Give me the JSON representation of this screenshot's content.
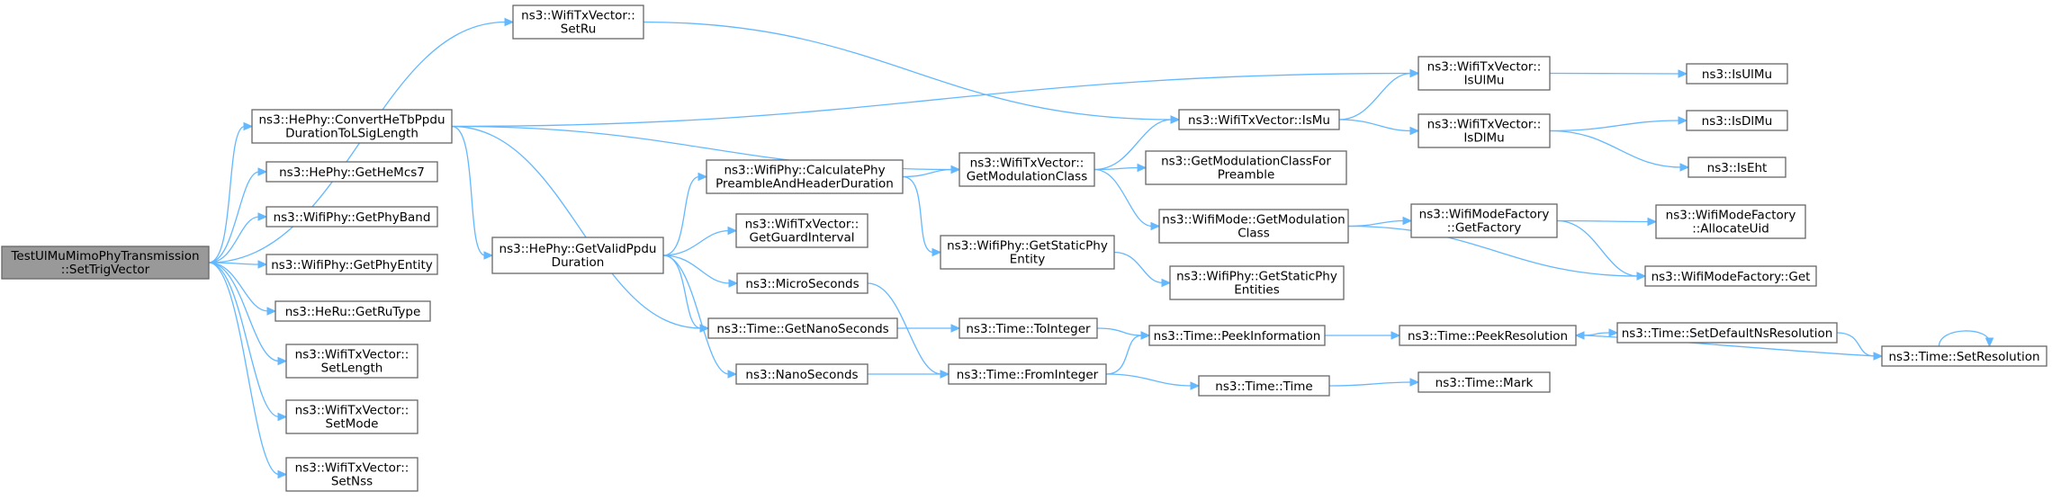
{
  "graph": {
    "colors": {
      "edge": "#63b8ff",
      "root_fill": "#999999",
      "node_fill": "#ffffff",
      "node_border": "#666666"
    },
    "nodes": [
      {
        "id": "root",
        "lines": [
          "TestUlMuMimoPhyTransmission",
          "::SetTrigVector"
        ],
        "root": true
      },
      {
        "id": "setRu",
        "lines": [
          "ns3::WifiTxVector::",
          "SetRu"
        ]
      },
      {
        "id": "convert",
        "lines": [
          "ns3::HePhy::ConvertHeTbPpdu",
          "DurationToLSigLength"
        ]
      },
      {
        "id": "getHeMcs7",
        "lines": [
          "ns3::HePhy::GetHeMcs7"
        ]
      },
      {
        "id": "getPhyBand",
        "lines": [
          "ns3::WifiPhy::GetPhyBand"
        ]
      },
      {
        "id": "getPhyEntity",
        "lines": [
          "ns3::WifiPhy::GetPhyEntity"
        ]
      },
      {
        "id": "getRuType",
        "lines": [
          "ns3::HeRu::GetRuType"
        ]
      },
      {
        "id": "setLength",
        "lines": [
          "ns3::WifiTxVector::",
          "SetLength"
        ]
      },
      {
        "id": "setMode",
        "lines": [
          "ns3::WifiTxVector::",
          "SetMode"
        ]
      },
      {
        "id": "setNss",
        "lines": [
          "ns3::WifiTxVector::",
          "SetNss"
        ]
      },
      {
        "id": "getValid",
        "lines": [
          "ns3::HePhy::GetValidPpdu",
          "Duration"
        ]
      },
      {
        "id": "calcPhy",
        "lines": [
          "ns3::WifiPhy::CalculatePhy",
          "PreambleAndHeaderDuration"
        ]
      },
      {
        "id": "guard",
        "lines": [
          "ns3::WifiTxVector::",
          "GetGuardInterval"
        ]
      },
      {
        "id": "micro",
        "lines": [
          "ns3::MicroSeconds"
        ]
      },
      {
        "id": "getNano",
        "lines": [
          "ns3::Time::GetNanoSeconds"
        ]
      },
      {
        "id": "nano",
        "lines": [
          "ns3::NanoSeconds"
        ]
      },
      {
        "id": "getModClass",
        "lines": [
          "ns3::WifiTxVector::",
          "GetModulationClass"
        ]
      },
      {
        "id": "staticPhyEntity",
        "lines": [
          "ns3::WifiPhy::GetStaticPhy",
          "Entity"
        ]
      },
      {
        "id": "toInteger",
        "lines": [
          "ns3::Time::ToInteger"
        ]
      },
      {
        "id": "fromInteger",
        "lines": [
          "ns3::Time::FromInteger"
        ]
      },
      {
        "id": "isMu",
        "lines": [
          "ns3::WifiTxVector::IsMu"
        ]
      },
      {
        "id": "modForPreamble",
        "lines": [
          "ns3::GetModulationClassFor",
          "Preamble"
        ]
      },
      {
        "id": "modeGetMod",
        "lines": [
          "ns3::WifiMode::GetModulation",
          "Class"
        ]
      },
      {
        "id": "staticPhyEntities",
        "lines": [
          "ns3::WifiPhy::GetStaticPhy",
          "Entities"
        ]
      },
      {
        "id": "peekInfo",
        "lines": [
          "ns3::Time::PeekInformation"
        ]
      },
      {
        "id": "timeTime",
        "lines": [
          "ns3::Time::Time"
        ]
      },
      {
        "id": "isUlMu",
        "lines": [
          "ns3::WifiTxVector::",
          "IsUlMu"
        ]
      },
      {
        "id": "isDlMu",
        "lines": [
          "ns3::WifiTxVector::",
          "IsDlMu"
        ]
      },
      {
        "id": "getFactory",
        "lines": [
          "ns3::WifiModeFactory",
          "::GetFactory"
        ]
      },
      {
        "id": "peekRes",
        "lines": [
          "ns3::Time::PeekResolution"
        ]
      },
      {
        "id": "mark",
        "lines": [
          "ns3::Time::Mark"
        ]
      },
      {
        "id": "ns3IsUlMu",
        "lines": [
          "ns3::IsUlMu"
        ]
      },
      {
        "id": "ns3IsDlMu",
        "lines": [
          "ns3::IsDlMu"
        ]
      },
      {
        "id": "isEht",
        "lines": [
          "ns3::IsEht"
        ]
      },
      {
        "id": "allocUid",
        "lines": [
          "ns3::WifiModeFactory",
          "::AllocateUid"
        ]
      },
      {
        "id": "factoryGet",
        "lines": [
          "ns3::WifiModeFactory::Get"
        ]
      },
      {
        "id": "setDefRes",
        "lines": [
          "ns3::Time::SetDefaultNsResolution"
        ]
      },
      {
        "id": "setRes",
        "lines": [
          "ns3::Time::SetResolution"
        ]
      }
    ],
    "edges": [
      [
        "root",
        "setRu"
      ],
      [
        "root",
        "convert"
      ],
      [
        "root",
        "getHeMcs7"
      ],
      [
        "root",
        "getPhyBand"
      ],
      [
        "root",
        "getPhyEntity"
      ],
      [
        "root",
        "getRuType"
      ],
      [
        "root",
        "setLength"
      ],
      [
        "root",
        "setMode"
      ],
      [
        "root",
        "setNss"
      ],
      [
        "setRu",
        "isMu"
      ],
      [
        "convert",
        "isUlMu"
      ],
      [
        "convert",
        "getModClass"
      ],
      [
        "convert",
        "getValid"
      ],
      [
        "convert",
        "getNano"
      ],
      [
        "getValid",
        "calcPhy"
      ],
      [
        "getValid",
        "guard"
      ],
      [
        "getValid",
        "micro"
      ],
      [
        "getValid",
        "getNano"
      ],
      [
        "getValid",
        "nano"
      ],
      [
        "calcPhy",
        "getModClass"
      ],
      [
        "calcPhy",
        "staticPhyEntity"
      ],
      [
        "getModClass",
        "isMu"
      ],
      [
        "getModClass",
        "modForPreamble"
      ],
      [
        "getModClass",
        "modeGetMod"
      ],
      [
        "staticPhyEntity",
        "staticPhyEntities"
      ],
      [
        "micro",
        "fromInteger"
      ],
      [
        "getNano",
        "toInteger"
      ],
      [
        "nano",
        "fromInteger"
      ],
      [
        "toInteger",
        "peekInfo"
      ],
      [
        "fromInteger",
        "peekInfo"
      ],
      [
        "fromInteger",
        "timeTime"
      ],
      [
        "isMu",
        "isUlMu"
      ],
      [
        "isMu",
        "isDlMu"
      ],
      [
        "isUlMu",
        "ns3IsUlMu"
      ],
      [
        "isDlMu",
        "ns3IsDlMu"
      ],
      [
        "isDlMu",
        "isEht"
      ],
      [
        "modeGetMod",
        "getFactory"
      ],
      [
        "modeGetMod",
        "factoryGet"
      ],
      [
        "getFactory",
        "allocUid"
      ],
      [
        "getFactory",
        "factoryGet"
      ],
      [
        "peekInfo",
        "peekRes"
      ],
      [
        "timeTime",
        "mark"
      ],
      [
        "peekRes",
        "setDefRes"
      ],
      [
        "setDefRes",
        "setRes"
      ],
      [
        "setRes",
        "peekRes"
      ],
      [
        "setRes",
        "setRes"
      ]
    ]
  }
}
